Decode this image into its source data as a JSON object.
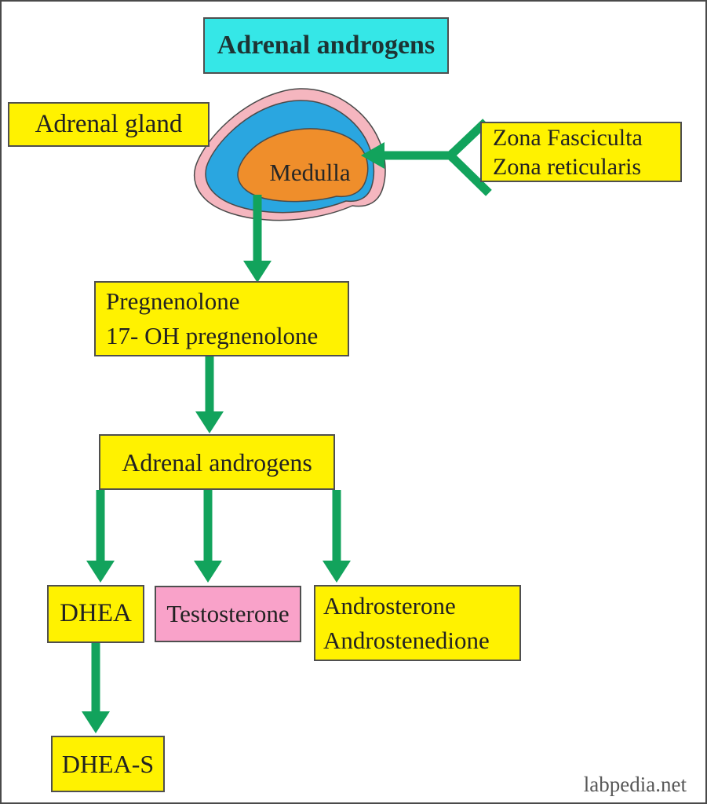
{
  "title": {
    "label": "Adrenal androgens"
  },
  "nodes": {
    "adrenal_gland": {
      "label": "Adrenal gland"
    },
    "medulla": {
      "label": "Medulla"
    },
    "zona": {
      "lines": [
        "Zona Fasciculta",
        "Zona reticularis"
      ]
    },
    "pregnenolone": {
      "lines": [
        "Pregnenolone",
        "17- OH pregnenolone"
      ]
    },
    "adrenal_androgens": {
      "label": "Adrenal androgens"
    },
    "dhea": {
      "label": "DHEA"
    },
    "testosterone": {
      "label": "Testosterone"
    },
    "androsterone": {
      "lines": [
        "Androsterone",
        "Androstenedione"
      ]
    },
    "dhea_s": {
      "label": "DHEA-S"
    }
  },
  "edges": [
    {
      "from": "zona",
      "to": "medulla"
    },
    {
      "from": "medulla",
      "to": "pregnenolone"
    },
    {
      "from": "pregnenolone",
      "to": "adrenal_androgens"
    },
    {
      "from": "adrenal_androgens",
      "to": "dhea"
    },
    {
      "from": "adrenal_androgens",
      "to": "testosterone"
    },
    {
      "from": "adrenal_androgens",
      "to": "androsterone"
    },
    {
      "from": "dhea",
      "to": "dhea_s"
    }
  ],
  "palette": {
    "box_yellow": "#fff200",
    "title_cyan": "#35e7e7",
    "box_pink": "#f9a2c9",
    "arrow_green": "#12a35c",
    "gland_cortex_pink": "#f5b6bf",
    "gland_layer_blue": "#2aa6e0",
    "gland_medulla_orange": "#ef8e2b",
    "text": "#222222",
    "watermark_gray": "#585858"
  },
  "watermark": "labpedia.net"
}
